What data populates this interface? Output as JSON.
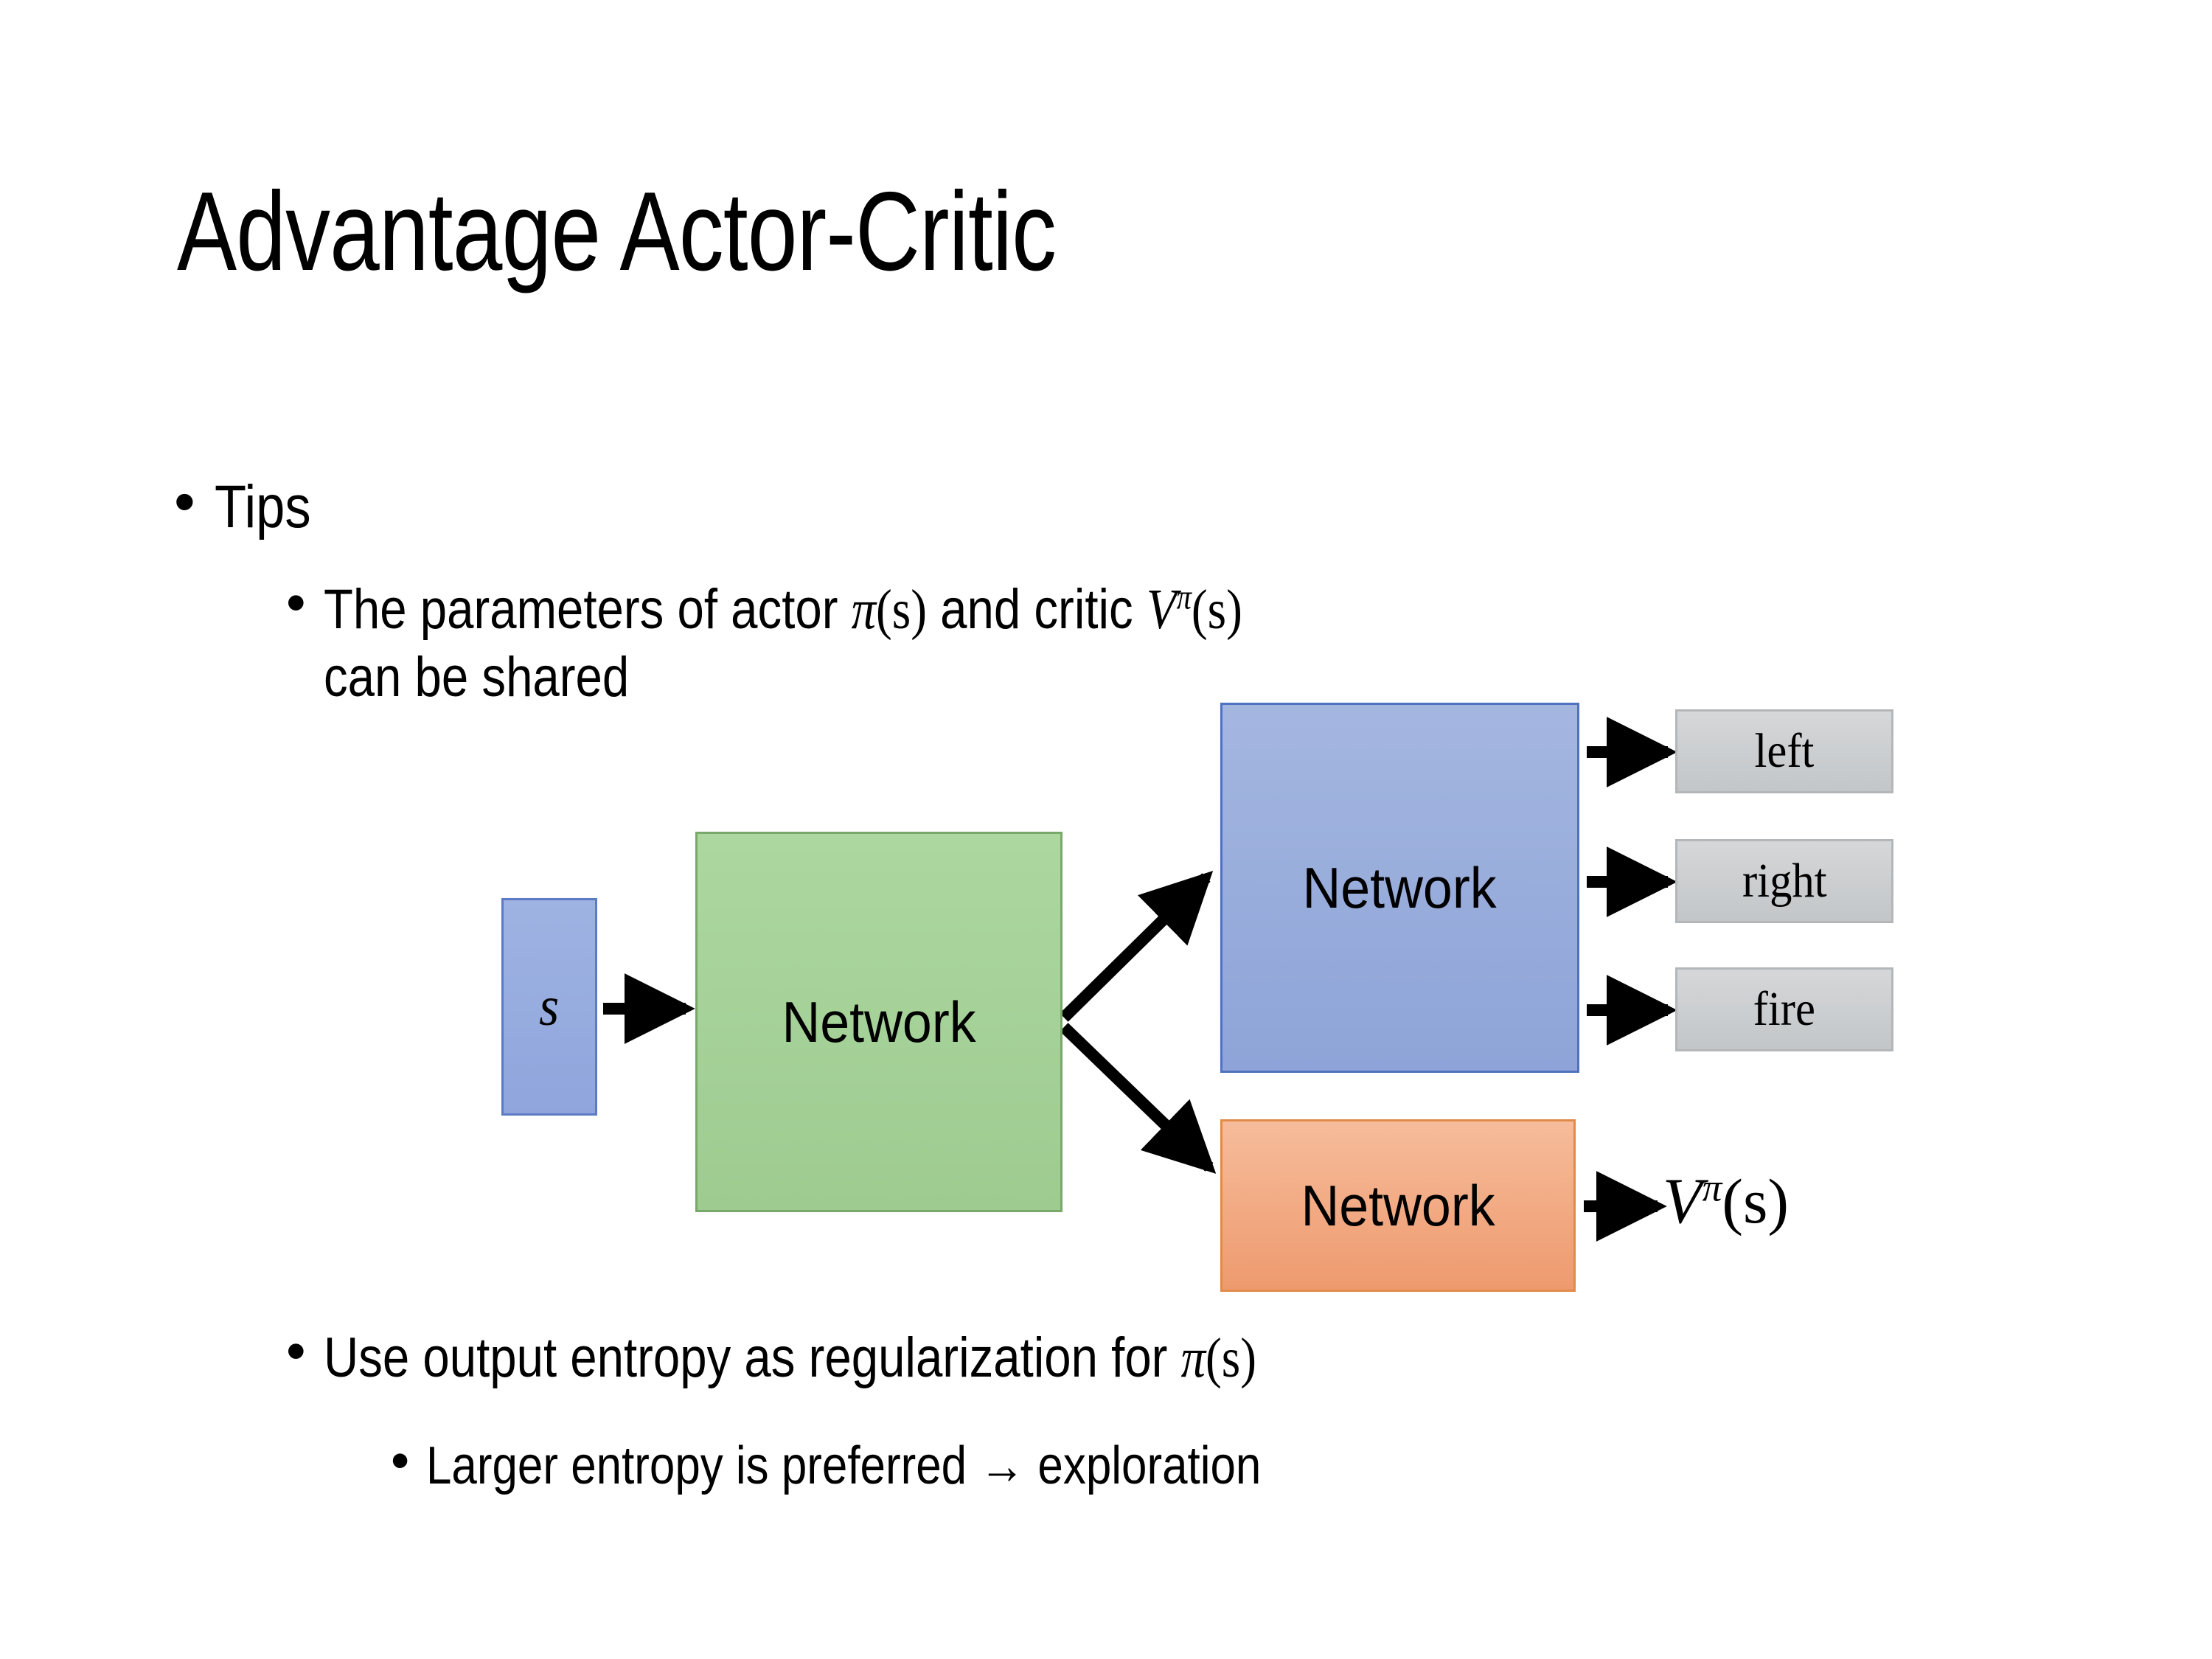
{
  "slide": {
    "title": "Advantage Actor-Critic",
    "background_color": "#FFFFFF",
    "text_color": "#000000"
  },
  "bullets": {
    "tips": "Tips",
    "params_line1_prefix": "The parameters of actor ",
    "params_pi": "π",
    "params_pi_arg": "(s)",
    "params_mid": "  and critic ",
    "params_V": "V",
    "params_V_sup": "π",
    "params_V_arg": "(s)",
    "params_line2": "can be shared",
    "entropy_prefix": "Use output entropy as regularization for ",
    "entropy_pi": "π",
    "entropy_pi_arg": "(s)",
    "larger": "Larger entropy is preferred → exploration",
    "dot": "•"
  },
  "diagram": {
    "input_label": "s",
    "shared_network_label": "Network",
    "actor_network_label": "Network",
    "critic_network_label": "Network",
    "outputs": [
      {
        "label": "left"
      },
      {
        "label": "right"
      },
      {
        "label": "fire"
      }
    ],
    "critic_output": {
      "V": "V",
      "sup": "π",
      "arg": "(s)"
    },
    "colors": {
      "input_fill": "#95AADE",
      "input_border": "#5B7BC4",
      "shared_fill": "#A4D397",
      "shared_border": "#79A96A",
      "actor_fill": "#97ACDC",
      "actor_border": "#4F72BE",
      "critic_fill": "#F2A985",
      "critic_border": "#E08B49",
      "output_fill": "#CED0D2",
      "output_border": "#B4B7B9",
      "arrow": "#000000"
    }
  }
}
